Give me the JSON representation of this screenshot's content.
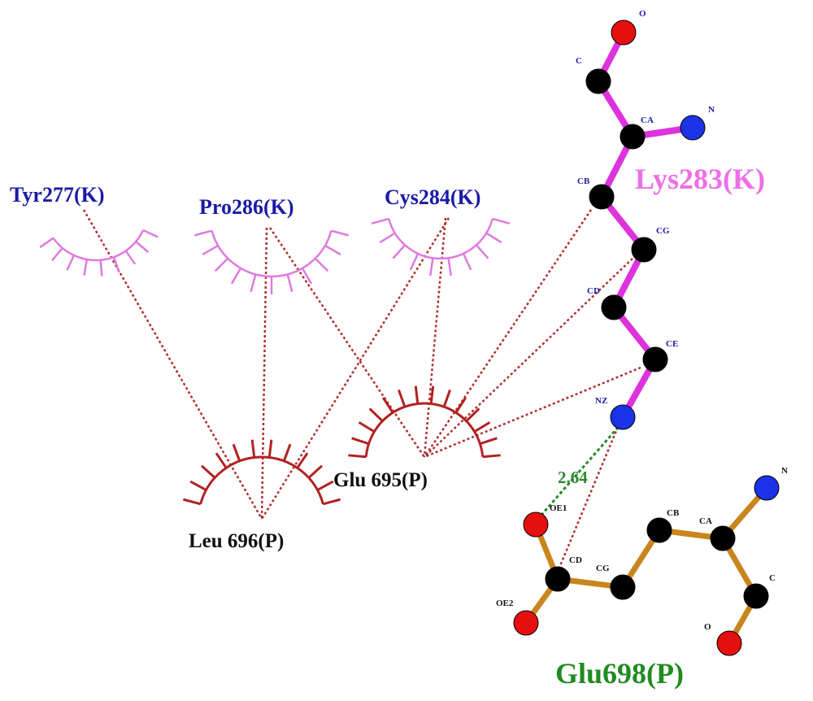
{
  "colors": {
    "contact_line": "#b03030",
    "hbond_line": "#2a8a2a",
    "ligand_bond": "#dd33dd",
    "protein_bond": "#c8861e",
    "carbon": "#000000",
    "nitrogen": "#1a33e6",
    "oxygen": "#e60f0f",
    "k_arc": "#e07ae0",
    "p_arc": "#b22222",
    "k_label": "#1a1aa8",
    "p_label": "#111111",
    "lys_label": "#ee6fe6",
    "glu698_label": "#228b22"
  },
  "labels": {
    "tyr277": "Tyr277(K)",
    "pro286": "Pro286(K)",
    "cys284": "Cys284(K)",
    "lys283": "Lys283(K)",
    "leu696": "Leu 696(P)",
    "glu695": "Glu 695(P)",
    "glu698": "Glu698(P)",
    "hbond_distance": "2.64"
  },
  "atoms": {
    "lys283": {
      "O": "O",
      "C": "C",
      "CA": "CA",
      "N": "N",
      "CB": "CB",
      "CG": "CG",
      "CD": "CD",
      "CE": "CE",
      "NZ": "NZ"
    },
    "glu698": {
      "OE1": "OE1",
      "OE2": "OE2",
      "CD": "CD",
      "CG": "CG",
      "CB": "CB",
      "CA": "CA",
      "N": "N",
      "C": "C",
      "O": "O"
    }
  }
}
